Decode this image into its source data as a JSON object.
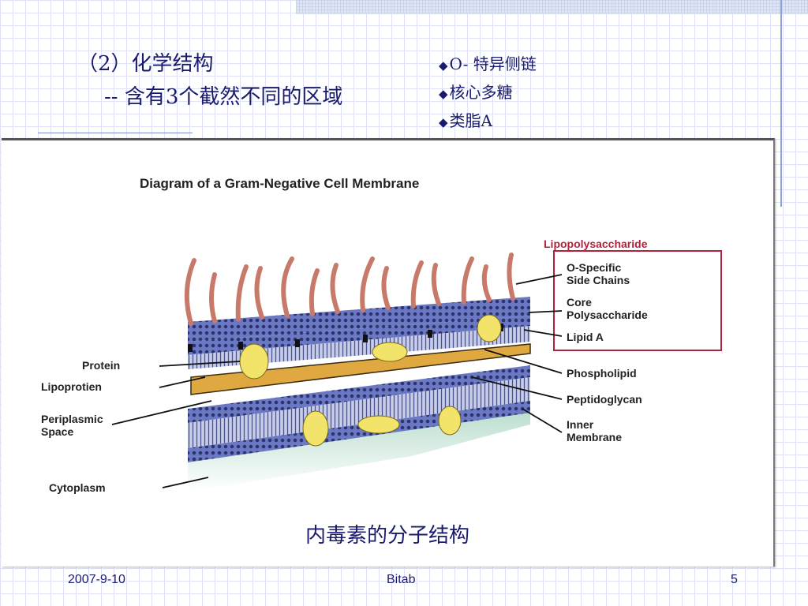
{
  "slide": {
    "title_line1": "（2）化学结构",
    "title_line2": "-- 含有3个截然不同的区域",
    "bullets": [
      {
        "icon": "diamond-bullet",
        "text": "O- 特异侧链"
      },
      {
        "icon": "diamond-bullet",
        "text": "核心多糖"
      },
      {
        "icon": "diamond-bullet",
        "text": "类脂A"
      }
    ],
    "caption": "内毒素的分子结构"
  },
  "diagram": {
    "title": "Diagram of a Gram-Negative Cell Membrane",
    "lps_header": "Lipopolysaccharide",
    "right_labels": {
      "o_specific_1": "O-Specific",
      "o_specific_2": "Side Chains",
      "core_1": "Core",
      "core_2": "Polysaccharide",
      "lipid_a": "Lipid A",
      "phospholipid": "Phospholipid",
      "peptidoglycan": "Peptidoglycan",
      "inner_1": "Inner",
      "inner_2": "Membrane"
    },
    "left_labels": {
      "protein": "Protein",
      "lipoprotien": "Lipoprotien",
      "periplasmic_1": "Periplasmic",
      "periplasmic_2": "Space",
      "cytoplasm": "Cytoplasm"
    },
    "colors": {
      "lps_box": "#b0233a",
      "membrane": "#5a6ab8",
      "chains": "#c87a6a",
      "protein": "#f2e36a",
      "peptidoglycan": "#e0a840",
      "cytoplasm": "#9ccfb8",
      "text": "#1a1a6e"
    }
  },
  "footer": {
    "date": "2007-9-10",
    "center": "Bitab",
    "page": "5"
  }
}
